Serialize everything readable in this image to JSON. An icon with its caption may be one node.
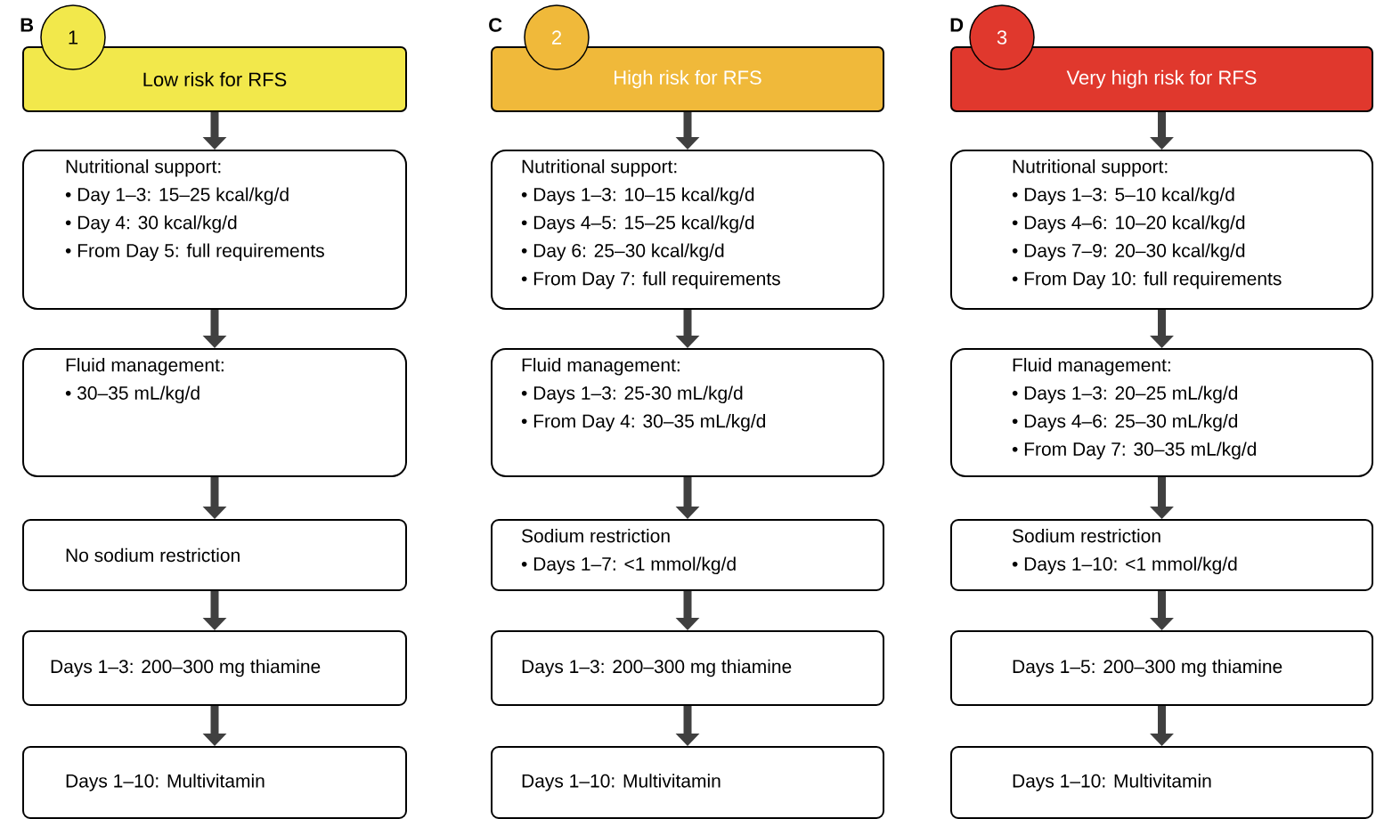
{
  "diagram": {
    "nodes": [
      {
        "text": [
          "1"
        ]
      },
      {
        "text": [
          "Low risk for RFS"
        ]
      },
      {
        "text": [
          "Nutritional support:",
          "• Day 1–3: 15–25 kcal/kg/d",
          "• Day 4: 30 kcal/kg/d",
          "• From Day 5: full requirements"
        ]
      },
      {
        "text": [
          "Fluid management:",
          "• 30–35 mL/kg/d"
        ]
      },
      {
        "text": [
          "No sodium restriction"
        ]
      },
      {
        "text": [
          "Days 1–3: 200–300 mg thiamine"
        ]
      },
      {
        "text": [
          "Days 1–10: Multivitamin"
        ]
      },
      {
        "text": [
          "2"
        ]
      },
      {
        "text": [
          "High risk for RFS"
        ]
      },
      {
        "text": [
          "Nutritional support:",
          "• Days 1–3: 10–15 kcal/kg/d",
          "• Days 4–5: 15–25 kcal/kg/d",
          "• Day 6: 25–30 kcal/kg/d",
          "• From Day 7: full requirements"
        ]
      },
      {
        "text": [
          "Fluid management:",
          "• Days 1–3: 25-30 mL/kg/d",
          "• From Day 4: 30–35 mL/kg/d"
        ]
      },
      {
        "text": [
          "Sodium restriction",
          "• Days 1–7: <1 mmol/kg/d"
        ]
      },
      {
        "text": [
          "Days 1–3: 200–300 mg thiamine"
        ]
      },
      {
        "text": [
          "Days 1–10: Multivitamin"
        ]
      },
      {
        "text": [
          "3"
        ]
      },
      {
        "text": [
          "Very high risk for RFS"
        ]
      },
      {
        "text": [
          "Nutritional support:",
          "• Days 1–3: 5–10 kcal/kg/d",
          "• Days 4–6: 10–20 kcal/kg/d",
          "• Days 7–9: 20–30 kcal/kg/d",
          "• From Day 10: full requirements"
        ]
      },
      {
        "text": [
          "Fluid management:",
          "• Days 1–3: 20–25 mL/kg/d",
          "• Days 4–6: 25–30 mL/kg/d",
          "• From Day 7: 30–35 mL/kg/d"
        ]
      },
      {
        "text": [
          "Sodium restriction",
          "• Days 1–10: <1 mmol/kg/d"
        ]
      },
      {
        "text": [
          "Days 1–5: 200–300 mg thiamine"
        ]
      },
      {
        "text": [
          "Days 1–10: Multivitamin"
        ]
      }
    ],
    "edges": [
      {
        "from": 1,
        "to": 2,
        "arrow": "to"
      },
      {
        "from": 2,
        "to": 3,
        "arrow": "to"
      },
      {
        "from": 3,
        "to": 4,
        "arrow": "to"
      },
      {
        "from": 4,
        "to": 5,
        "arrow": "to"
      },
      {
        "from": 5,
        "to": 6,
        "arrow": "to"
      },
      {
        "from": 8,
        "to": 9,
        "arrow": "to"
      },
      {
        "from": 9,
        "to": 10,
        "arrow": "to"
      },
      {
        "from": 10,
        "to": 11,
        "arrow": "to"
      },
      {
        "from": 11,
        "to": 12,
        "arrow": "to"
      },
      {
        "from": 12,
        "to": 13,
        "arrow": "to"
      },
      {
        "from": 15,
        "to": 16,
        "arrow": "to"
      },
      {
        "from": 16,
        "to": 17,
        "arrow": "to"
      },
      {
        "from": 17,
        "to": 18,
        "arrow": "to"
      },
      {
        "from": 18,
        "to": 19,
        "arrow": "to"
      },
      {
        "from": 19,
        "to": 20,
        "arrow": "to"
      }
    ],
    "labels": [
      "B",
      "C",
      "D"
    ]
  }
}
